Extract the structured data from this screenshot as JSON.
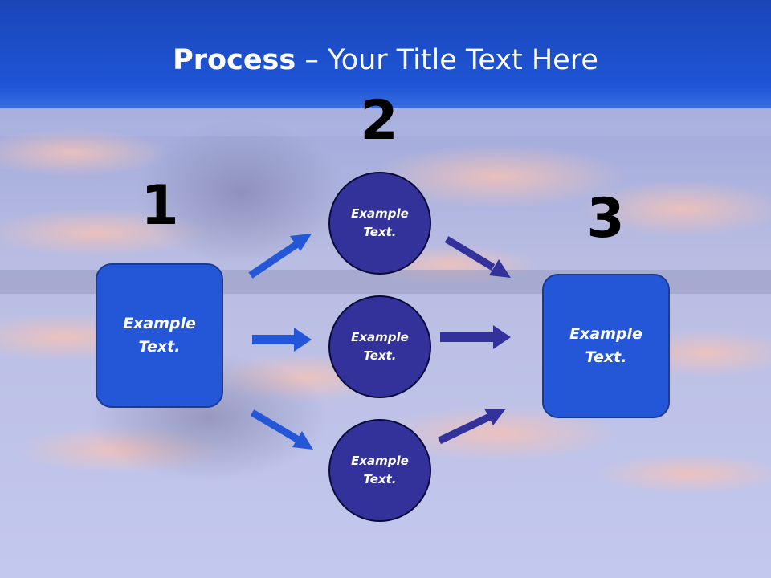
{
  "title": {
    "bold": "Process",
    "rest": " – Your Title Text Here"
  },
  "steps": {
    "one": "1",
    "two": "2",
    "three": "3"
  },
  "boxes": {
    "left": "Example\nText.",
    "right": "Example\nText."
  },
  "circles": {
    "top": "Example\nText.",
    "middle": "Example\nText.",
    "bottom": "Example\nText."
  },
  "colors": {
    "box_fill": "#2457d8",
    "circle_fill": "#33329a",
    "arrow_left": "#2457d8",
    "arrow_right": "#33329a",
    "title_bar": "#1c4fcf"
  }
}
